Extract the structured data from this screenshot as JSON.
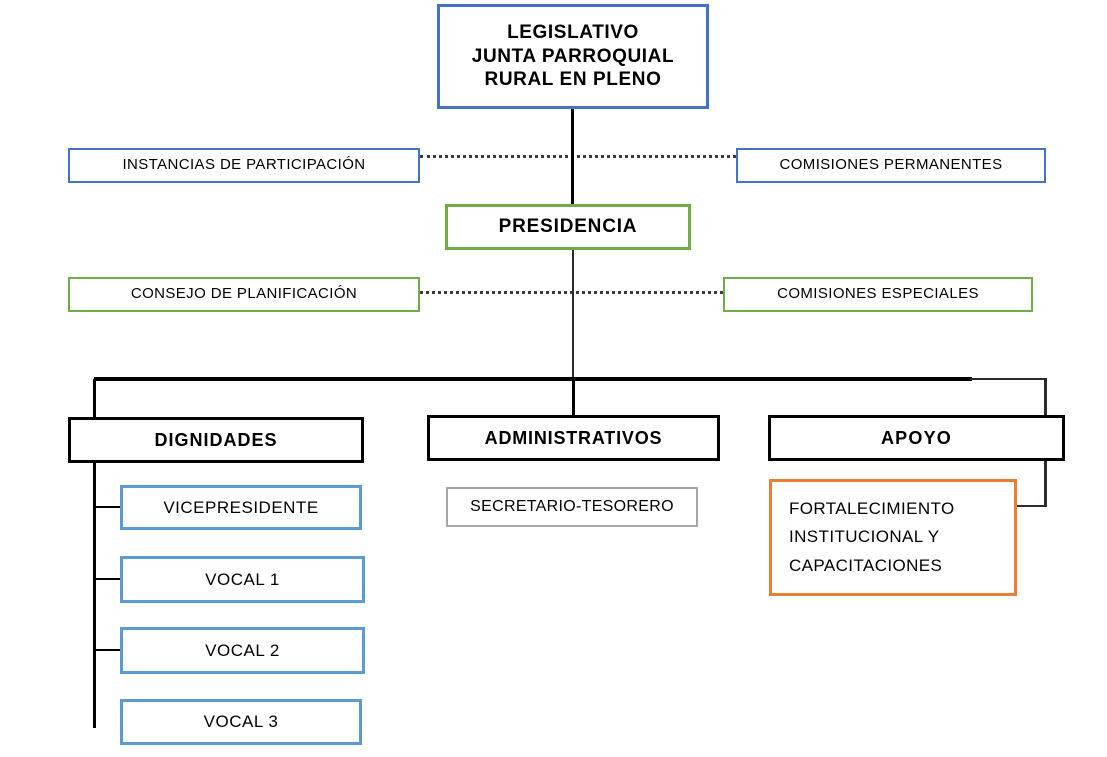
{
  "chart_data": {
    "type": "diagram",
    "title": "Organigrama Junta Parroquial Rural",
    "nodes": [
      {
        "id": "legislativo",
        "label": "LEGISLATIVO JUNTA PARROQUIAL RURAL EN PLENO",
        "color": "#4472C4",
        "level": 1
      },
      {
        "id": "instancias",
        "label": "INSTANCIAS DE PARTICIPACIÓN",
        "color": "#4472C4",
        "level": 2
      },
      {
        "id": "comisiones_permanentes",
        "label": "COMISIONES PERMANENTES",
        "color": "#4472C4",
        "level": 2
      },
      {
        "id": "presidencia",
        "label": "PRESIDENCIA",
        "color": "#70AD47",
        "level": 3
      },
      {
        "id": "consejo",
        "label": "CONSEJO DE PLANIFICACIÓN",
        "color": "#70AD47",
        "level": 4
      },
      {
        "id": "comisiones_especiales",
        "label": "COMISIONES ESPECIALES",
        "color": "#70AD47",
        "level": 4
      },
      {
        "id": "dignidades",
        "label": "DIGNIDADES",
        "color": "#000000",
        "level": 5
      },
      {
        "id": "administrativos",
        "label": "ADMINISTRATIVOS",
        "color": "#000000",
        "level": 5
      },
      {
        "id": "apoyo",
        "label": "APOYO",
        "color": "#000000",
        "level": 5
      },
      {
        "id": "vicepresidente",
        "label": "VICEPRESIDENTE",
        "color": "#5B9BD5",
        "level": 6
      },
      {
        "id": "vocal1",
        "label": "VOCAL 1",
        "color": "#5B9BD5",
        "level": 6
      },
      {
        "id": "vocal2",
        "label": "VOCAL 2",
        "color": "#5B9BD5",
        "level": 6
      },
      {
        "id": "vocal3",
        "label": "VOCAL 3",
        "color": "#5B9BD5",
        "level": 6
      },
      {
        "id": "secretario",
        "label": "SECRETARIO-TESORERO",
        "color": "#A6A6A6",
        "level": 6
      },
      {
        "id": "fortalecimiento",
        "label": "FORTALECIMIENTO INSTITUCIONAL Y CAPACITACIONES",
        "color": "#ED7D31",
        "level": 6
      }
    ],
    "edges": [
      {
        "from": "legislativo",
        "to": "presidencia",
        "style": "solid"
      },
      {
        "from": "instancias",
        "to": "comisiones_permanentes",
        "style": "dotted"
      },
      {
        "from": "consejo",
        "to": "comisiones_especiales",
        "style": "dotted"
      },
      {
        "from": "presidencia",
        "to": "dignidades",
        "style": "solid"
      },
      {
        "from": "presidencia",
        "to": "administrativos",
        "style": "solid"
      },
      {
        "from": "presidencia",
        "to": "apoyo",
        "style": "solid"
      },
      {
        "from": "dignidades",
        "to": "vicepresidente",
        "style": "solid"
      },
      {
        "from": "dignidades",
        "to": "vocal1",
        "style": "solid"
      },
      {
        "from": "dignidades",
        "to": "vocal2",
        "style": "solid"
      },
      {
        "from": "dignidades",
        "to": "vocal3",
        "style": "solid"
      },
      {
        "from": "administrativos",
        "to": "secretario",
        "style": "none"
      },
      {
        "from": "apoyo",
        "to": "fortalecimiento",
        "style": "solid"
      }
    ]
  },
  "legislativo": {
    "line1": "LEGISLATIVO",
    "line2": "JUNTA PARROQUIAL",
    "line3": "RURAL EN PLENO"
  },
  "participacion": {
    "instancias_label": "INSTANCIAS  DE  PARTICIPACIÓN",
    "comisiones_permanentes_label": "COMISIONES  PERMANENTES"
  },
  "presidencia": {
    "label": "PRESIDENCIA"
  },
  "planificacion": {
    "consejo_label": "CONSEJO DE PLANIFICACIÓN",
    "comisiones_especiales_label": "COMISIONES  ESPECIALES"
  },
  "columns": {
    "dignidades_label": "DIGNIDADES",
    "administrativos_label": "ADMINISTRATIVOS",
    "apoyo_label": "APOYO"
  },
  "dignidades": {
    "items": [
      {
        "label": "VICEPRESIDENTE"
      },
      {
        "label": "VOCAL 1"
      },
      {
        "label": "VOCAL 2"
      },
      {
        "label": "VOCAL 3"
      }
    ]
  },
  "administrativos": {
    "secretario_label": "SECRETARIO-TESORERO"
  },
  "apoyo": {
    "fortalecimiento_line1": "FORTALECIMIENTO",
    "fortalecimiento_line2": "INSTITUCIONAL   Y",
    "fortalecimiento_line3": "CAPACITACIONES"
  },
  "colors": {
    "blue": "#4472C4",
    "light_blue": "#5B9BD5",
    "green": "#70AD47",
    "orange": "#ED7D31",
    "gray": "#A6A6A6",
    "black": "#000000"
  }
}
